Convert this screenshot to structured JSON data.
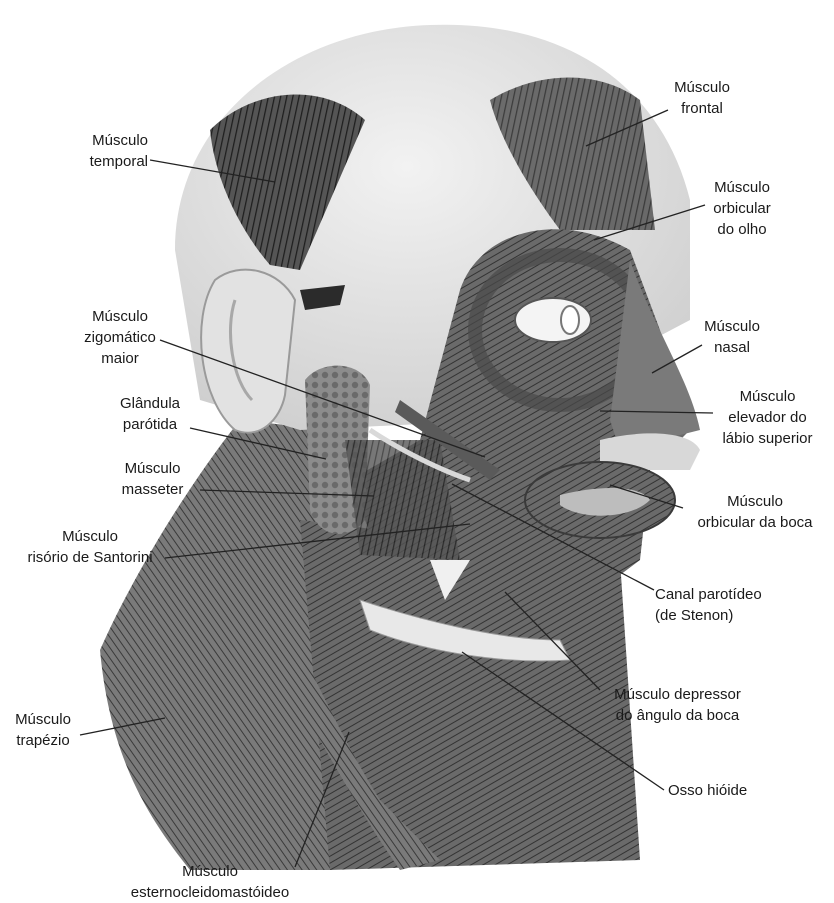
{
  "labels": {
    "frontal": "Músculo\nfrontal",
    "temporal": "Músculo\ntemporal",
    "orbicular_olho": "Músculo\norbicular\ndo olho",
    "zigomatico": "Músculo\nzigomático\nmaior",
    "nasal": "Músculo\nnasal",
    "parotida": "Glândula\nparótida",
    "elevador": "Músculo\nelevador do\nlábio superior",
    "masseter": "Músculo\nmasseter",
    "orbicular_boca": "Músculo\norbicular da boca",
    "risorio": "Músculo\nrisório de Santorini",
    "canal": "Canal parotídeo\n(de Stenon)",
    "depressor": "Músculo depressor\ndo ângulo da boca",
    "trapezio": "Músculo\ntrapézio",
    "hioide": "Osso hióide",
    "esterno": "Músculo\nesternocleidomastóideo"
  },
  "colors": {
    "skin": "#e6e6e6",
    "muscle_dark": "#2b2b2b",
    "muscle_mid": "#6f6f6f",
    "muscle_light": "#9a9a9a",
    "leader": "#222222"
  }
}
